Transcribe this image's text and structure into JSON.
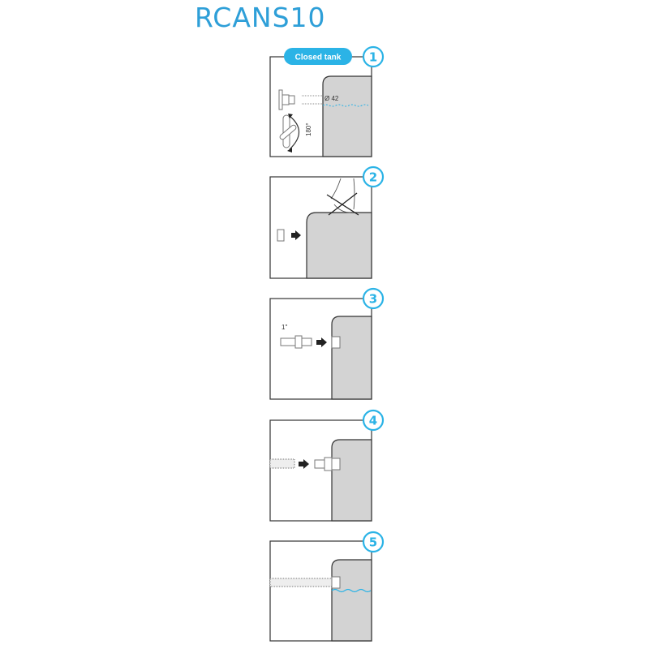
{
  "title": "RCANS10",
  "badge": "Closed tank",
  "steps": [
    {
      "number": "1",
      "dimension": "Ø 42",
      "rotation": "180°"
    },
    {
      "number": "2"
    },
    {
      "number": "3",
      "size": "1\""
    },
    {
      "number": "4"
    },
    {
      "number": "5"
    }
  ],
  "colors": {
    "accent": "#2bb3e6",
    "tank": "#d3d3d3"
  }
}
